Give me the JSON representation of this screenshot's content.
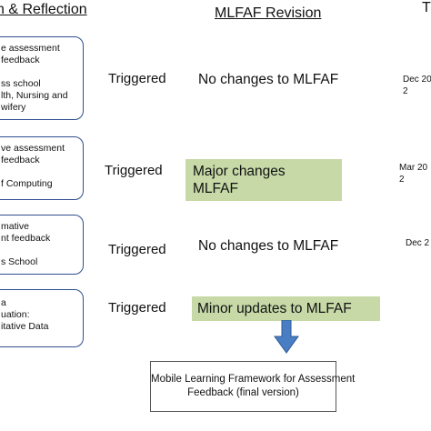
{
  "headers": {
    "left": "n & Reflection",
    "middle": "MLFAF Revision",
    "right": "T"
  },
  "stages": [
    {
      "text": "e assessment\nfeedback\n\nss school\nlth, Nursing and\nwifery",
      "trigger": "Triggered",
      "revision": "No changes to MLFAF",
      "date": "Dec 20\n2"
    },
    {
      "text": "ve assessment\nfeedback\n\nf Computing",
      "trigger": "Triggered",
      "revision": "Major changes\nMLFAF",
      "date": "Mar 20\n2"
    },
    {
      "text": "mative\nnt feedback\n\ns School",
      "trigger": "Triggered",
      "revision": "No changes to MLFAF",
      "date": "Dec 2"
    },
    {
      "text": "a\nuation:\nitative Data",
      "trigger": "Triggered",
      "revision": "Minor updates to MLFAF",
      "date": ""
    }
  ],
  "final_box": "Mobile Learning Framework for Assessment\nFeedback (final version)",
  "colors": {
    "box_border": "#2f4f8f",
    "highlight": "#c6d9a7",
    "arrow": "#4a7ec4"
  }
}
